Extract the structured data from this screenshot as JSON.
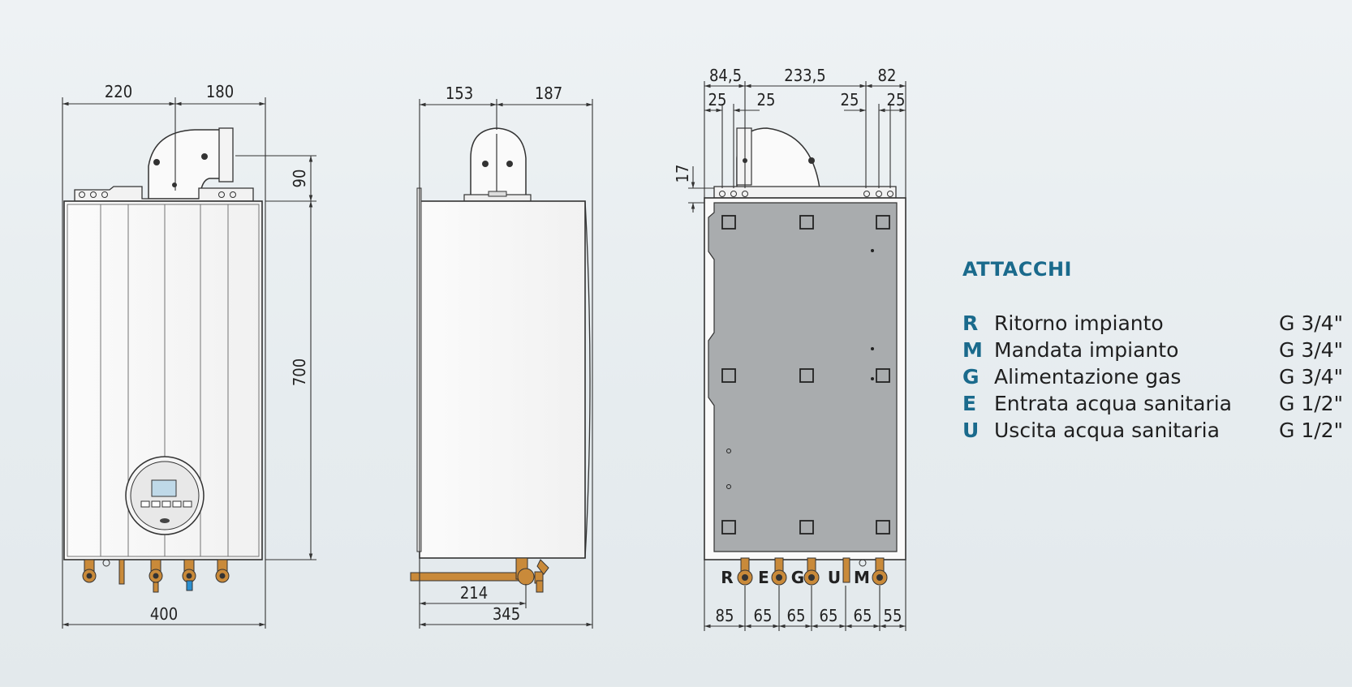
{
  "front_view": {
    "dim_left": "220",
    "dim_right": "180",
    "dim_top_height": "90",
    "dim_body_height": "700",
    "dim_width": "400"
  },
  "side_view": {
    "dim_left": "153",
    "dim_right": "187",
    "dim_pipe": "214",
    "dim_depth": "345"
  },
  "rear_view": {
    "dim_top": [
      "84,5",
      "233,5",
      "82"
    ],
    "dim_sub": [
      "25",
      "25",
      "25",
      "25"
    ],
    "dim_offset": "17",
    "ports": [
      "R",
      "E",
      "G",
      "U",
      "M"
    ],
    "dim_bottom": [
      "85",
      "65",
      "65",
      "65",
      "65",
      "55"
    ]
  },
  "legend": {
    "title": "ATTACCHI",
    "items": [
      {
        "code": "R",
        "desc": "Ritorno impianto",
        "size": "G 3/4\""
      },
      {
        "code": "M",
        "desc": "Mandata impianto",
        "size": "G 3/4\""
      },
      {
        "code": "G",
        "desc": "Alimentazione gas",
        "size": "G 3/4\""
      },
      {
        "code": "E",
        "desc": "Entrata acqua sanitaria",
        "size": "G 1/2\""
      },
      {
        "code": "U",
        "desc": "Uscita acqua sanitaria",
        "size": "G 1/2\""
      }
    ]
  },
  "colors": {
    "accent": "#1a6a8c",
    "rear_panel": "#a9acae",
    "valve_brass": "#c98a3a",
    "valve_blue": "#2a8fd0"
  }
}
